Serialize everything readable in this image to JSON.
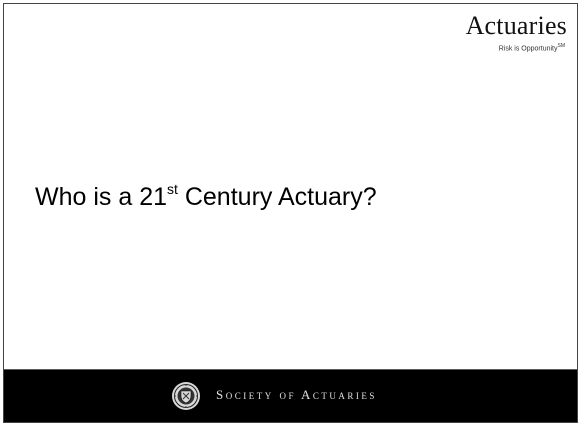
{
  "logo": {
    "word": "Actuaries",
    "tagline": "Risk is Opportunity",
    "trademark": "SM"
  },
  "slide": {
    "title_before": "Who is a 21",
    "title_sup": "st",
    "title_after": " Century Actuary?"
  },
  "footer": {
    "organization": "Society of Actuaries",
    "seal_icon": "soa-seal-icon",
    "background": "#000000"
  }
}
